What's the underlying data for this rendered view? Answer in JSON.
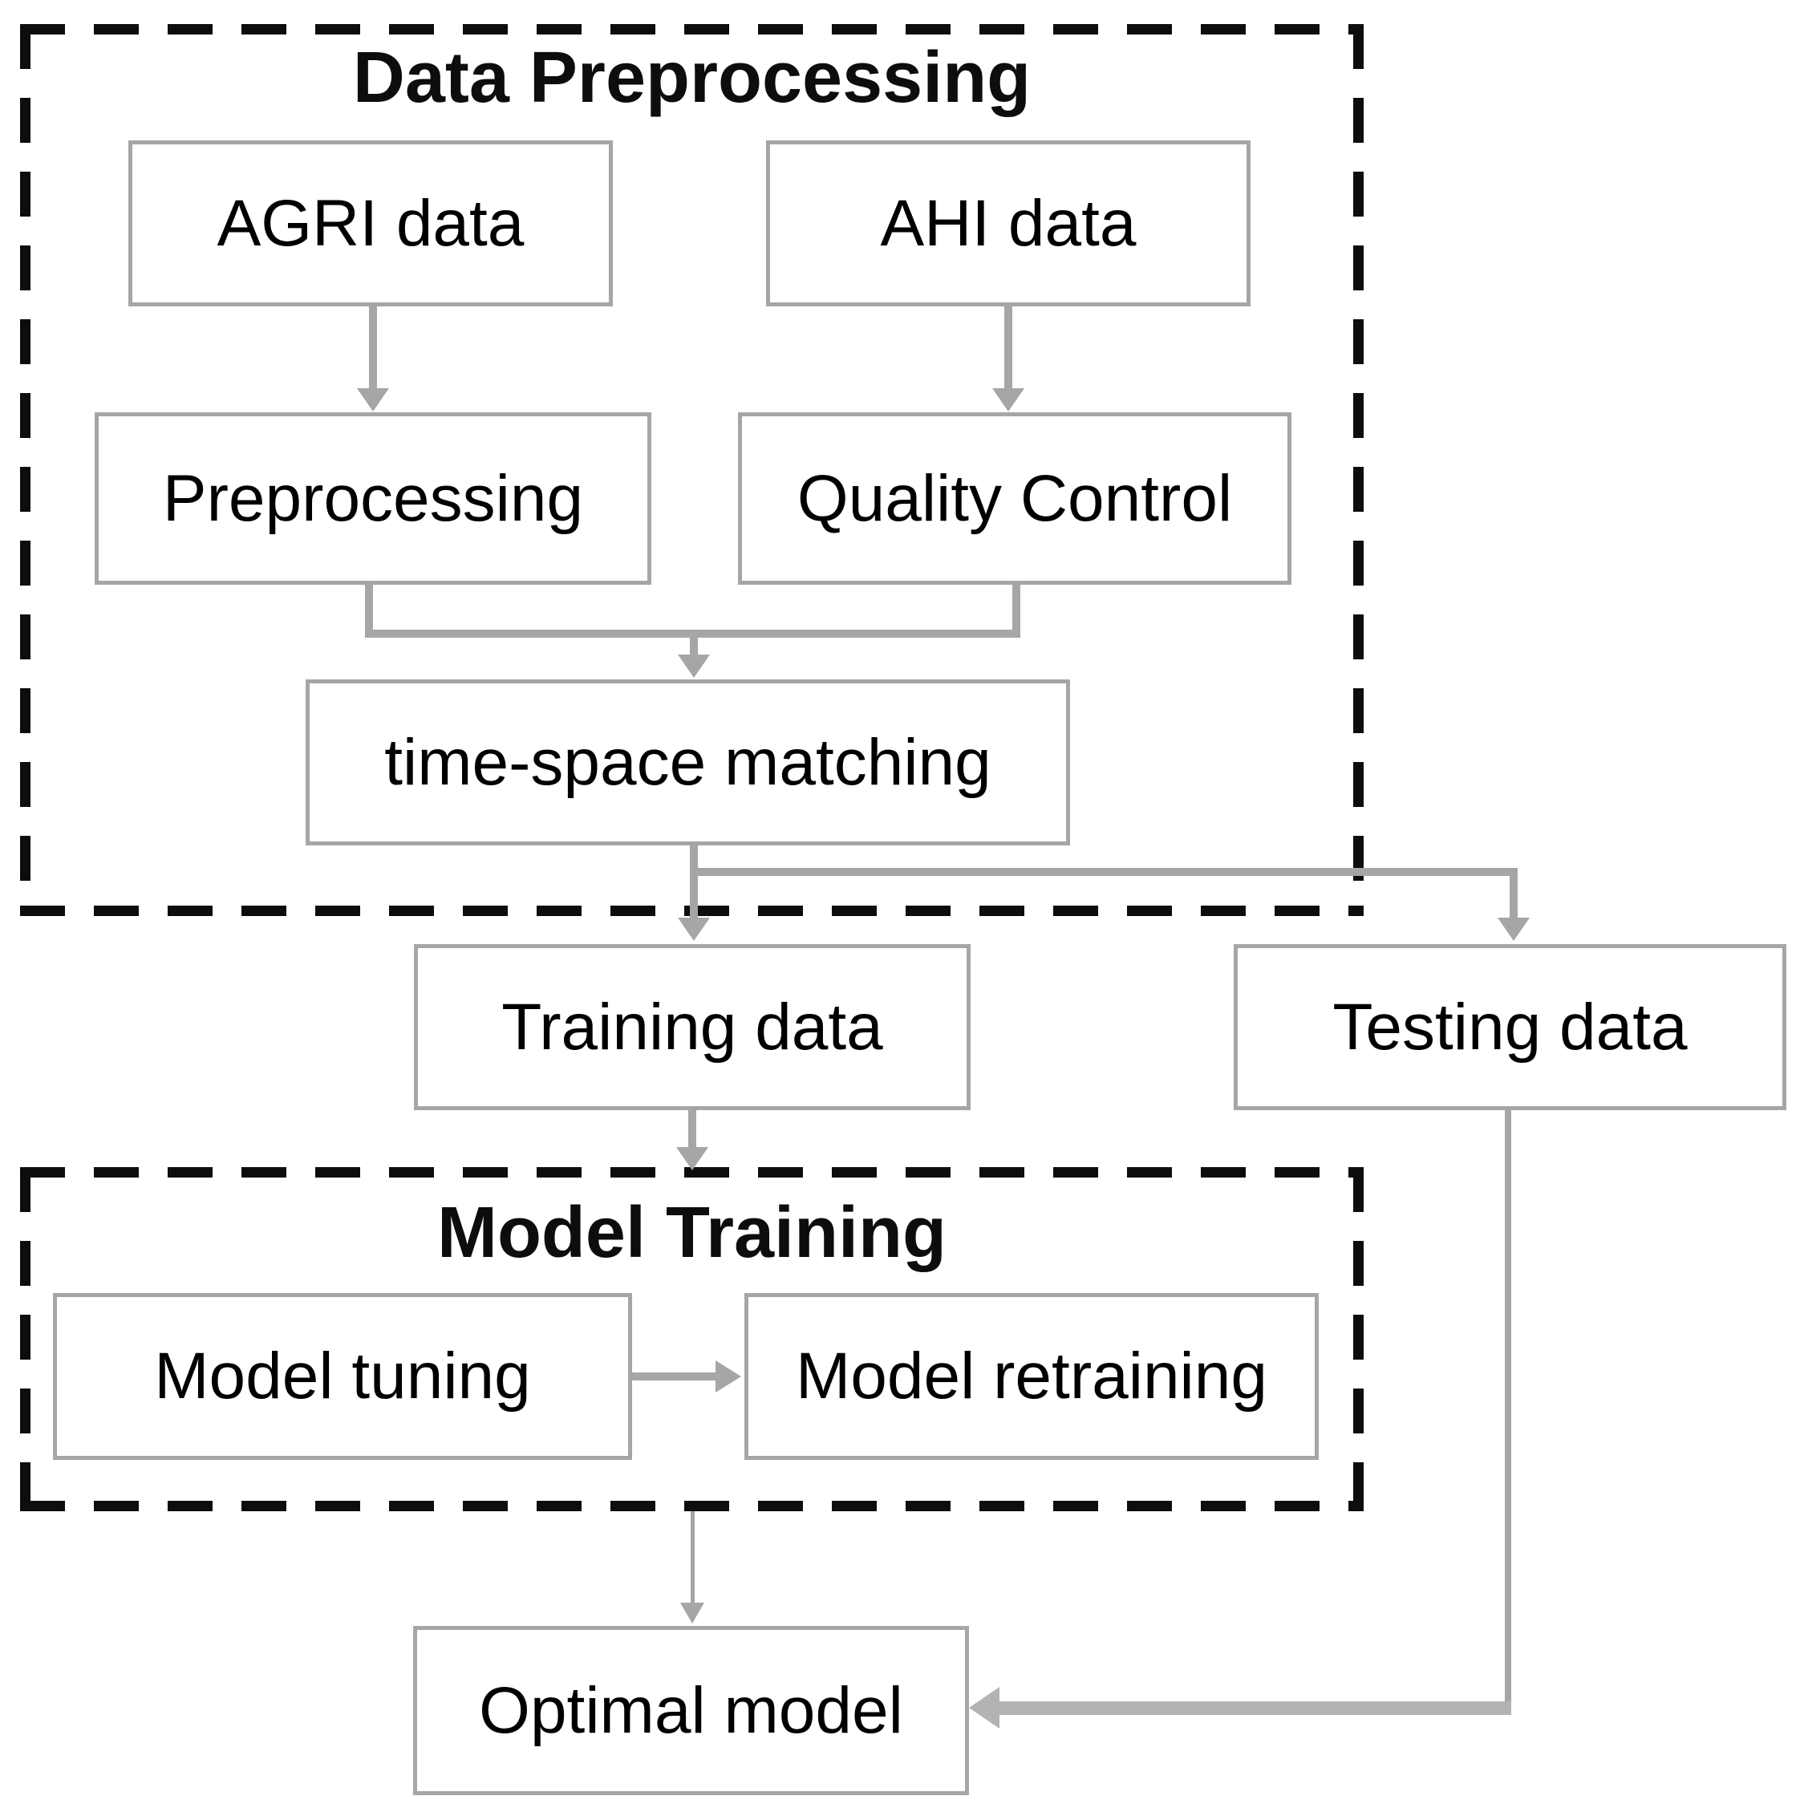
{
  "diagram": {
    "type": "flowchart",
    "background": "#ffffff",
    "sections": [
      {
        "title": "Data Preprocessing"
      },
      {
        "title": "Model Training"
      }
    ],
    "nodes": {
      "agri": {
        "label": "AGRI data"
      },
      "ahi": {
        "label": "AHI data"
      },
      "preprocessing": {
        "label": "Preprocessing"
      },
      "quality_control": {
        "label": "Quality Control"
      },
      "time_space_matching": {
        "label": "time-space matching"
      },
      "training_data": {
        "label": "Training data"
      },
      "testing_data": {
        "label": "Testing data"
      },
      "model_tuning": {
        "label": "Model tuning"
      },
      "model_retraining": {
        "label": "Model retraining"
      },
      "optimal_model": {
        "label": "Optimal model"
      }
    },
    "edges": [
      {
        "from": "AGRI data",
        "to": "Preprocessing"
      },
      {
        "from": "AHI data",
        "to": "Quality Control"
      },
      {
        "from": "Preprocessing",
        "to": "time-space matching"
      },
      {
        "from": "Quality Control",
        "to": "time-space matching"
      },
      {
        "from": "time-space matching",
        "to": "Training data"
      },
      {
        "from": "time-space matching",
        "to": "Testing data"
      },
      {
        "from": "Training data",
        "to": "Model Training"
      },
      {
        "from": "Model tuning",
        "to": "Model retraining"
      },
      {
        "from": "Model Training",
        "to": "Optimal model"
      },
      {
        "from": "Testing data",
        "to": "Optimal model"
      }
    ],
    "colors": {
      "connector": "#a6a6a6",
      "connector_thick": "#b3b3b3",
      "box_border": "#a6a6a6",
      "dashed_border": "#0d0d0d",
      "text": "#000000"
    }
  }
}
